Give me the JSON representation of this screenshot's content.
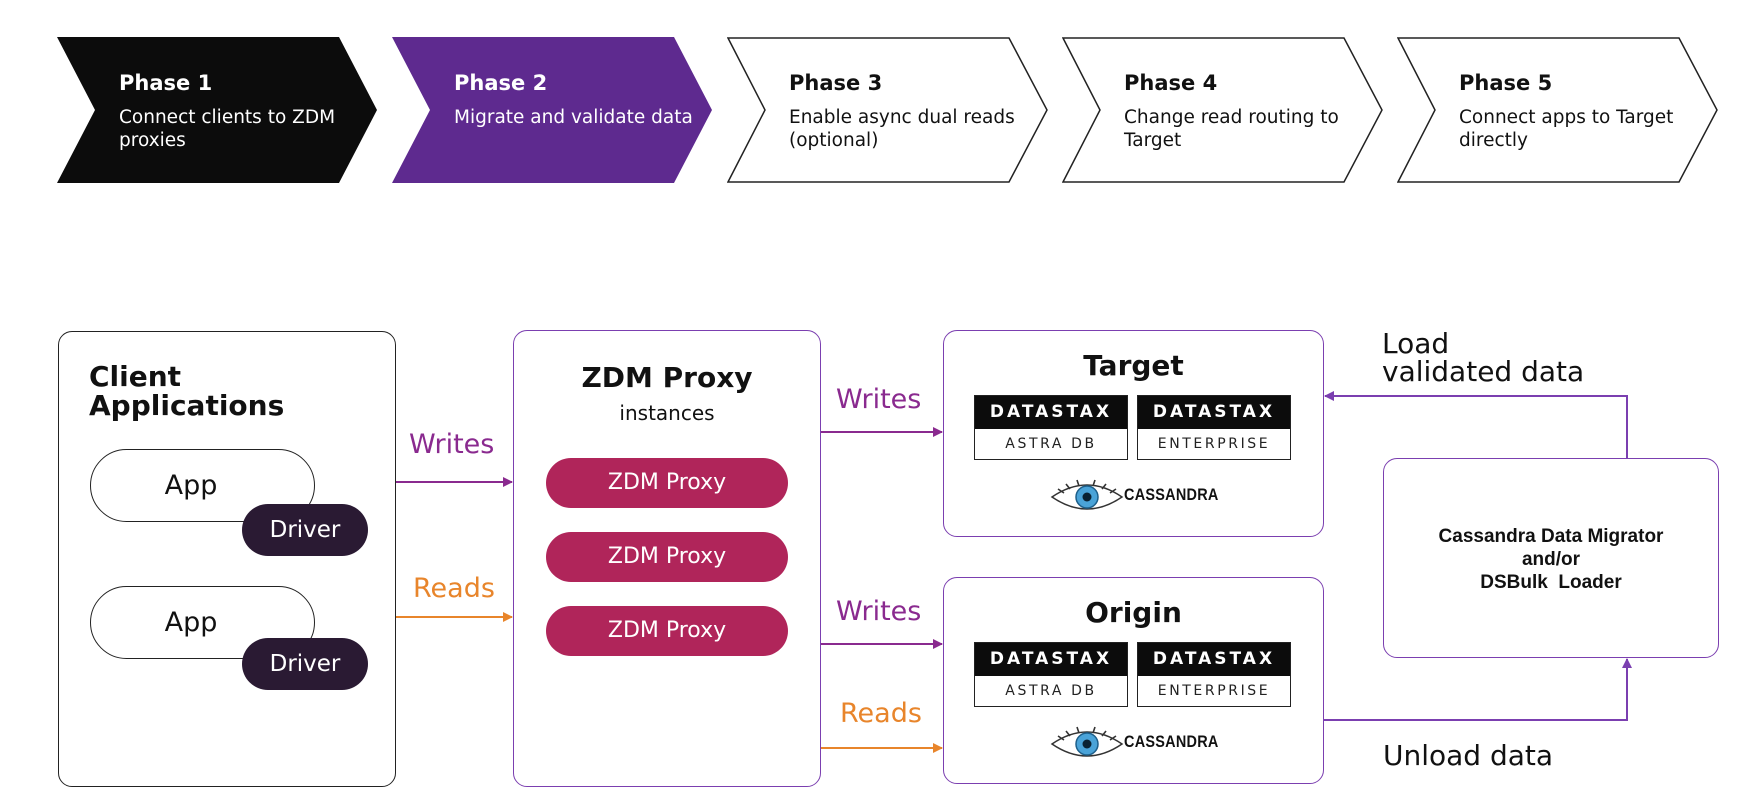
{
  "phases": [
    {
      "title": "Phase 1",
      "desc": "Connect clients to ZDM proxies"
    },
    {
      "title": "Phase 2",
      "desc": "Migrate and validate data"
    },
    {
      "title": "Phase 3",
      "desc": "Enable async dual reads (optional)"
    },
    {
      "title": "Phase 4",
      "desc": "Change read routing to Target"
    },
    {
      "title": "Phase 5",
      "desc": "Connect apps to Target directly"
    }
  ],
  "colors": {
    "phase1": "#0c0c0c",
    "phase2": "#5e2a8f",
    "purple": "#7b3fb0",
    "writes": "#8a2a8f",
    "reads": "#e8852b",
    "proxy": "#b0255a",
    "driver": "#2a1a33"
  },
  "clients": {
    "title": "Client Applications",
    "apps": [
      {
        "app": "App",
        "driver": "Driver"
      },
      {
        "app": "App",
        "driver": "Driver"
      }
    ]
  },
  "proxy": {
    "title": "ZDM Proxy",
    "subtitle": "instances",
    "instances": [
      "ZDM Proxy",
      "ZDM Proxy",
      "ZDM Proxy"
    ]
  },
  "flows": {
    "writes": "Writes",
    "reads": "Reads"
  },
  "target": {
    "title": "Target",
    "logos": [
      {
        "brand": "DATASTAX",
        "product": "ASTRA DB"
      },
      {
        "brand": "DATASTAX",
        "product": "ENTERPRISE"
      }
    ],
    "cassandra": "CASSANDRA"
  },
  "origin": {
    "title": "Origin",
    "logos": [
      {
        "brand": "DATASTAX",
        "product": "ASTRA DB"
      },
      {
        "brand": "DATASTAX",
        "product": "ENTERPRISE"
      }
    ],
    "cassandra": "CASSANDRA"
  },
  "migrator": {
    "line1": "Cassandra Data Migrator",
    "line2": "and/or",
    "line3": "DSBulk  Loader"
  },
  "side_labels": {
    "load": "Load",
    "load2": "validated data",
    "unload": "Unload data"
  }
}
